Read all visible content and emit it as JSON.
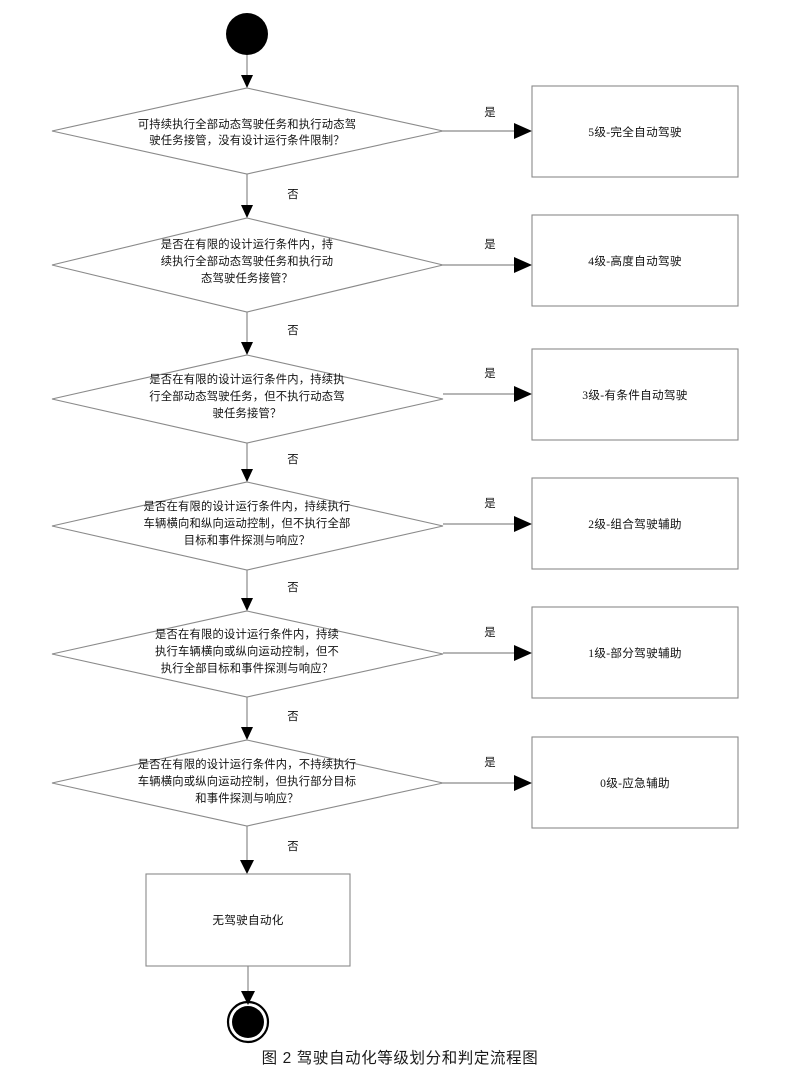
{
  "figure": {
    "caption": "图 2  驾驶自动化等级划分和判定流程图",
    "start_node": "start-node",
    "end_node": "end-node",
    "yes_label": "是",
    "no_label": "否"
  },
  "chart_data": {
    "type": "diagram",
    "title": "图 2  驾驶自动化等级划分和判定流程图",
    "diagram_kind": "decision-flowchart",
    "orientation": "top-to-bottom",
    "start": "",
    "end": "",
    "nodes": [
      {
        "id": "d1",
        "kind": "decision",
        "text": "可持续执行全部动态驾驶任务和执行动态驾驶任务接管，没有设计运行条件限制？"
      },
      {
        "id": "r1",
        "kind": "terminal-box",
        "text": "5级-完全自动驾驶"
      },
      {
        "id": "d2",
        "kind": "decision",
        "text": "是否在有限的设计运行条件内，持续执行全部动态驾驶任务和执行动态驾驶任务接管？"
      },
      {
        "id": "r2",
        "kind": "terminal-box",
        "text": "4级-高度自动驾驶"
      },
      {
        "id": "d3",
        "kind": "decision",
        "text": "是否在有限的设计运行条件内，持续执行全部动态驾驶任务，但不执行动态驾驶任务接管？"
      },
      {
        "id": "r3",
        "kind": "terminal-box",
        "text": "3级-有条件自动驾驶"
      },
      {
        "id": "d4",
        "kind": "decision",
        "text": "是否在有限的设计运行条件内，持续执行车辆横向和纵向运动控制，但不执行全部目标和事件探测与响应？"
      },
      {
        "id": "r4",
        "kind": "terminal-box",
        "text": "2级-组合驾驶辅助"
      },
      {
        "id": "d5",
        "kind": "decision",
        "text": "是否在有限的设计运行条件内，持续执行车辆横向或纵向运动控制，但不执行全部目标和事件探测与响应？"
      },
      {
        "id": "r5",
        "kind": "terminal-box",
        "text": "1级-部分驾驶辅助"
      },
      {
        "id": "d6",
        "kind": "decision",
        "text": "是否在有限的设计运行条件内，不持续执行车辆横向或纵向运动控制，但执行部分目标和事件探测与响应？"
      },
      {
        "id": "r6",
        "kind": "terminal-box",
        "text": "0级-应急辅助"
      },
      {
        "id": "final",
        "kind": "process-box",
        "text": "无驾驶自动化"
      }
    ],
    "edges": [
      {
        "from": "start",
        "to": "d1",
        "label": ""
      },
      {
        "from": "d1",
        "to": "r1",
        "label": "是"
      },
      {
        "from": "d1",
        "to": "d2",
        "label": "否"
      },
      {
        "from": "d2",
        "to": "r2",
        "label": "是"
      },
      {
        "from": "d2",
        "to": "d3",
        "label": "否"
      },
      {
        "from": "d3",
        "to": "r3",
        "label": "是"
      },
      {
        "from": "d3",
        "to": "d4",
        "label": "否"
      },
      {
        "from": "d4",
        "to": "r4",
        "label": "是"
      },
      {
        "from": "d4",
        "to": "d5",
        "label": "否"
      },
      {
        "from": "d5",
        "to": "r5",
        "label": "是"
      },
      {
        "from": "d5",
        "to": "d6",
        "label": "否"
      },
      {
        "from": "d6",
        "to": "r6",
        "label": "是"
      },
      {
        "from": "d6",
        "to": "final",
        "label": "否"
      },
      {
        "from": "final",
        "to": "end",
        "label": ""
      }
    ]
  },
  "decisions": [
    {
      "id": "d1",
      "lines": [
        "可持续执行全部动态驾驶任务和执行动态驾",
        "驶任务接管，没有设计运行条件限制？"
      ],
      "yes": "是",
      "no": "否"
    },
    {
      "id": "d2",
      "lines": [
        "是否在有限的设计运行条件内，持",
        "续执行全部动态驾驶任务和执行动",
        "态驾驶任务接管？"
      ],
      "yes": "是",
      "no": "否"
    },
    {
      "id": "d3",
      "lines": [
        "是否在有限的设计运行条件内，持续执",
        "行全部动态驾驶任务，但不执行动态驾",
        "驶任务接管？"
      ],
      "yes": "是",
      "no": "否"
    },
    {
      "id": "d4",
      "lines": [
        "是否在有限的设计运行条件内，持续执行",
        "车辆横向和纵向运动控制，但不执行全部",
        "目标和事件探测与响应？"
      ],
      "yes": "是",
      "no": "否"
    },
    {
      "id": "d5",
      "lines": [
        "是否在有限的设计运行条件内，持续",
        "执行车辆横向或纵向运动控制，但不",
        "执行全部目标和事件探测与响应？"
      ],
      "yes": "是",
      "no": "否"
    },
    {
      "id": "d6",
      "lines": [
        "是否在有限的设计运行条件内，不持续执行",
        "车辆横向或纵向运动控制，但执行部分目标",
        "和事件探测与响应？"
      ],
      "yes": "是",
      "no": "否"
    }
  ],
  "results": [
    {
      "id": "r1",
      "label": "5级-完全自动驾驶"
    },
    {
      "id": "r2",
      "label": "4级-高度自动驾驶"
    },
    {
      "id": "r3",
      "label": "3级-有条件自动驾驶"
    },
    {
      "id": "r4",
      "label": "2级-组合驾驶辅助"
    },
    {
      "id": "r5",
      "label": "1级-部分驾驶辅助"
    },
    {
      "id": "r6",
      "label": "0级-应急辅助"
    }
  ],
  "final_box": {
    "label": "无驾驶自动化"
  },
  "colors": {
    "shape_stroke": "#8a8a8a",
    "connector": "#8a8a8a",
    "arrow": "#000000",
    "text": "#111111",
    "background": "#ffffff"
  }
}
